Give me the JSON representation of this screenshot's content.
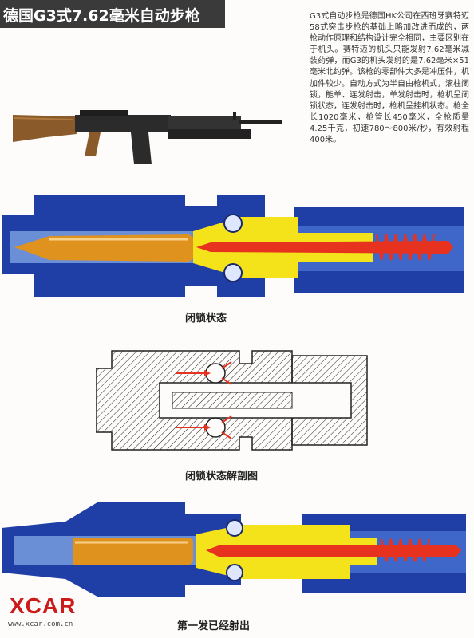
{
  "title": "德国G3式7.62毫米自动步枪",
  "description": "G3式自动步枪是德国HK公司在西班牙赛特迈58式突击步枪的基础上略加改进而成的，两枪动作原理和结构设计完全相同，主要区别在于机头。赛特迈的机头只能发射7.62毫米减装药弹，而G3的机头发射的是7.62毫米×51毫米北约弹。该枪的零部件大多是冲压件，机加件较少。自动方式为半自由枪机式，滚柱闭锁，能单、连发射击，单发射击时，枪机呈闭锁状态，连发射击时，枪机呈挂机状态。枪全长1020毫米，枪管长450毫米，全枪质量4.25千克，初速780～800米/秒，有效射程400米。",
  "captions": {
    "locked": "闭锁状态",
    "cutaway": "闭锁状态解剖图",
    "fired": "第一发已经射出"
  },
  "watermark": {
    "logo": "XCAR",
    "url": "www.xcar.com.cn"
  },
  "colors": {
    "receiver_blue": "#1f3fa6",
    "bullet_orange": "#e0921e",
    "bolt_yellow": "#f4e21a",
    "firing_pin_red": "#e6321e",
    "logo_red": "#cc1b1b"
  }
}
